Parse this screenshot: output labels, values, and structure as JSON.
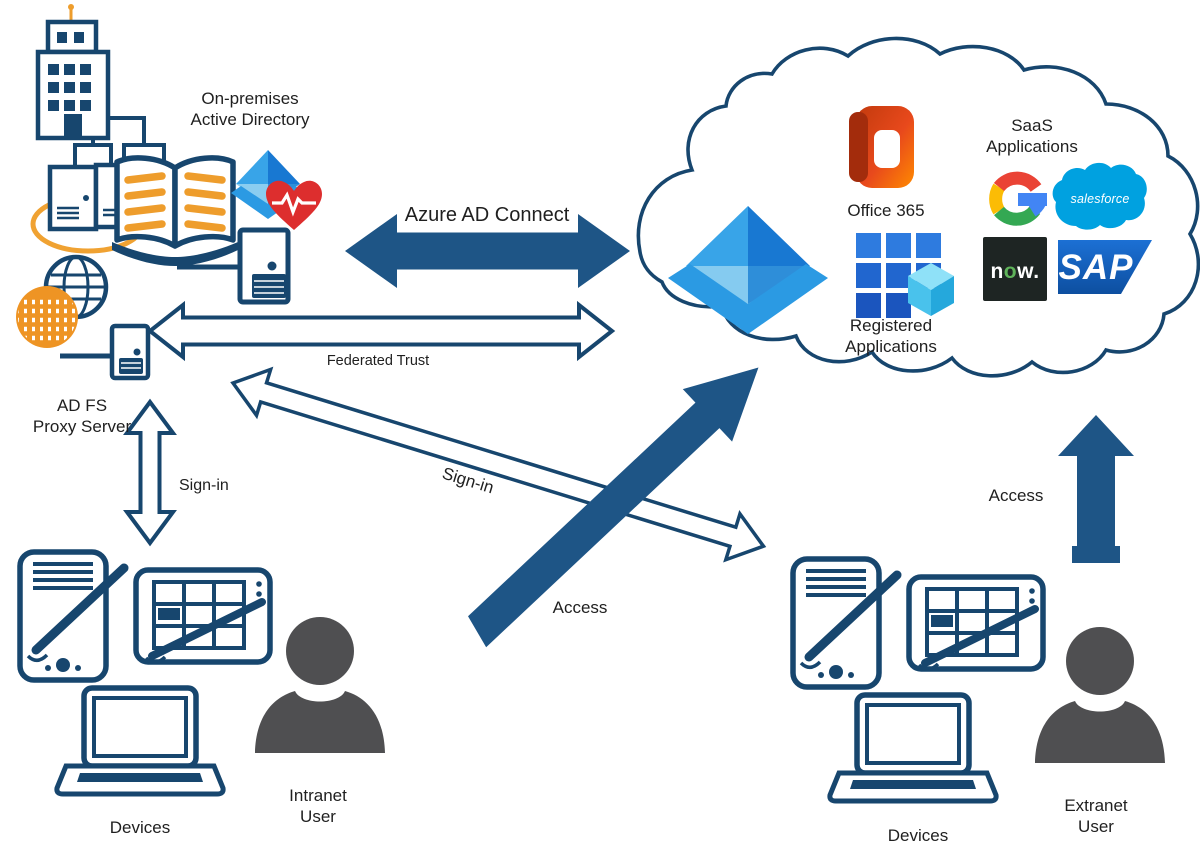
{
  "colors": {
    "navy": "#17466E",
    "arrow_blue": "#1E5586",
    "orange": "#EE9D2C",
    "person_gray": "#4F4F51",
    "text": "#1F1F1F",
    "azure_pyramid_light": "#38A4E8",
    "azure_pyramid_dark": "#1878D2",
    "salesforce_blue": "#00A1E0",
    "sap_blue": "#1468C0",
    "servicenow_bg": "#1E2523",
    "office_red": "#C33A0C"
  },
  "on_premises": {
    "label": "On-premises\nActive Directory",
    "adfs_label": "AD FS\nProxy Server"
  },
  "arrows": {
    "azure_ad_connect": "Azure AD Connect",
    "federated_trust": "Federated Trust",
    "sign_in_vertical": "Sign-in",
    "sign_in_diagonal": "Sign-in",
    "access_diagonal": "Access",
    "access_vertical": "Access"
  },
  "cloud": {
    "office365": "Office 365",
    "saas": "SaaS\nApplications",
    "registered": "Registered\nApplications",
    "salesforce": "salesforce",
    "servicenow": {
      "n": "n",
      "o": "o",
      "w": "w."
    },
    "sap": "SAP"
  },
  "intranet": {
    "devices": "Devices",
    "user": "Intranet\nUser"
  },
  "extranet": {
    "devices": "Devices",
    "user": "Extranet\nUser"
  }
}
